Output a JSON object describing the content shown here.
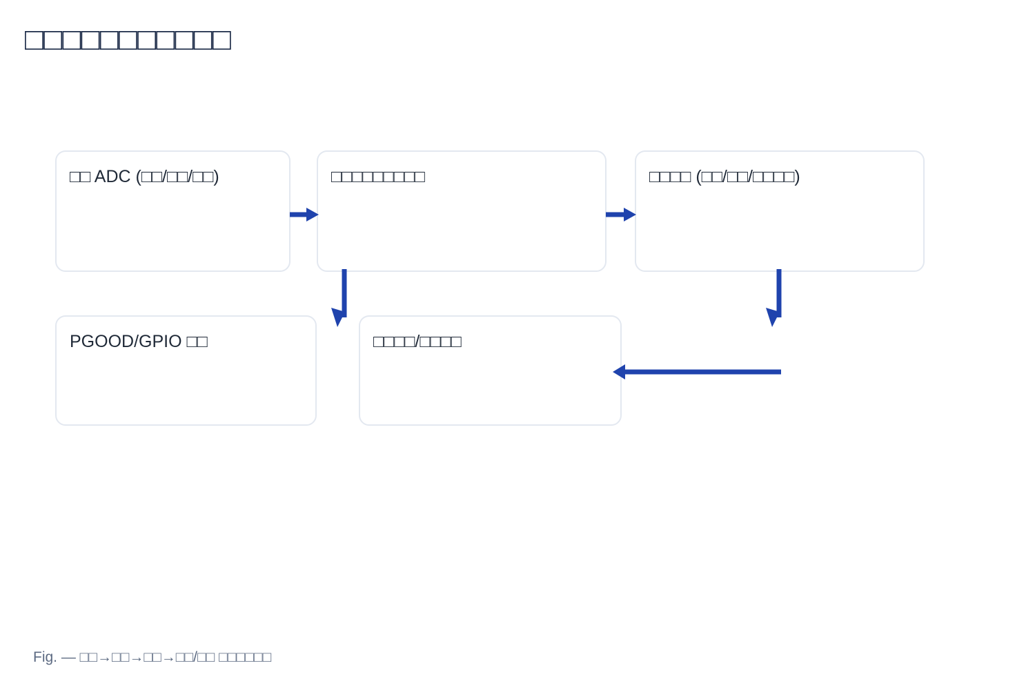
{
  "slide": {
    "title": "□□□□□□□□□□□",
    "caption": "Fig. — □□→□□→□□→□□/□□ □□□□□□",
    "background_color": "#ffffff",
    "title_color": "#1b2a47",
    "caption_color": "#5c6a82"
  },
  "diagram": {
    "node_border_color": "#e3e8f0",
    "node_fill_color": "#ffffff",
    "node_text_color": "#1f2937",
    "connector_color": "#1f43ad",
    "nodes": [
      {
        "id": "node-1",
        "label": "□□ ADC (□□/□□/□□)",
        "row": 1,
        "column": 1
      },
      {
        "id": "node-2",
        "label": "□□□□□□□□□",
        "row": 1,
        "column": 2
      },
      {
        "id": "node-3",
        "label": "□□□□ (□□/□□/□□□□)",
        "row": 1,
        "column": 3
      },
      {
        "id": "node-4",
        "label": "PGOOD/GPIO □□",
        "row": 2,
        "column": 1
      },
      {
        "id": "node-5",
        "label": "□□□□/□□□□",
        "row": 2,
        "column": 2
      }
    ],
    "connectors": [
      {
        "id": "conn-1",
        "from": "node-1",
        "to": "node-2",
        "direction": "right"
      },
      {
        "id": "conn-2",
        "from": "node-2",
        "to": "node-3",
        "direction": "right"
      },
      {
        "id": "conn-3",
        "from": "node-2",
        "to": "node-5",
        "direction": "down"
      },
      {
        "id": "conn-4",
        "from": "node-3",
        "to": "node-5",
        "direction": "down"
      },
      {
        "id": "conn-5",
        "from": "node-3",
        "to": "node-5",
        "direction": "left"
      }
    ]
  }
}
